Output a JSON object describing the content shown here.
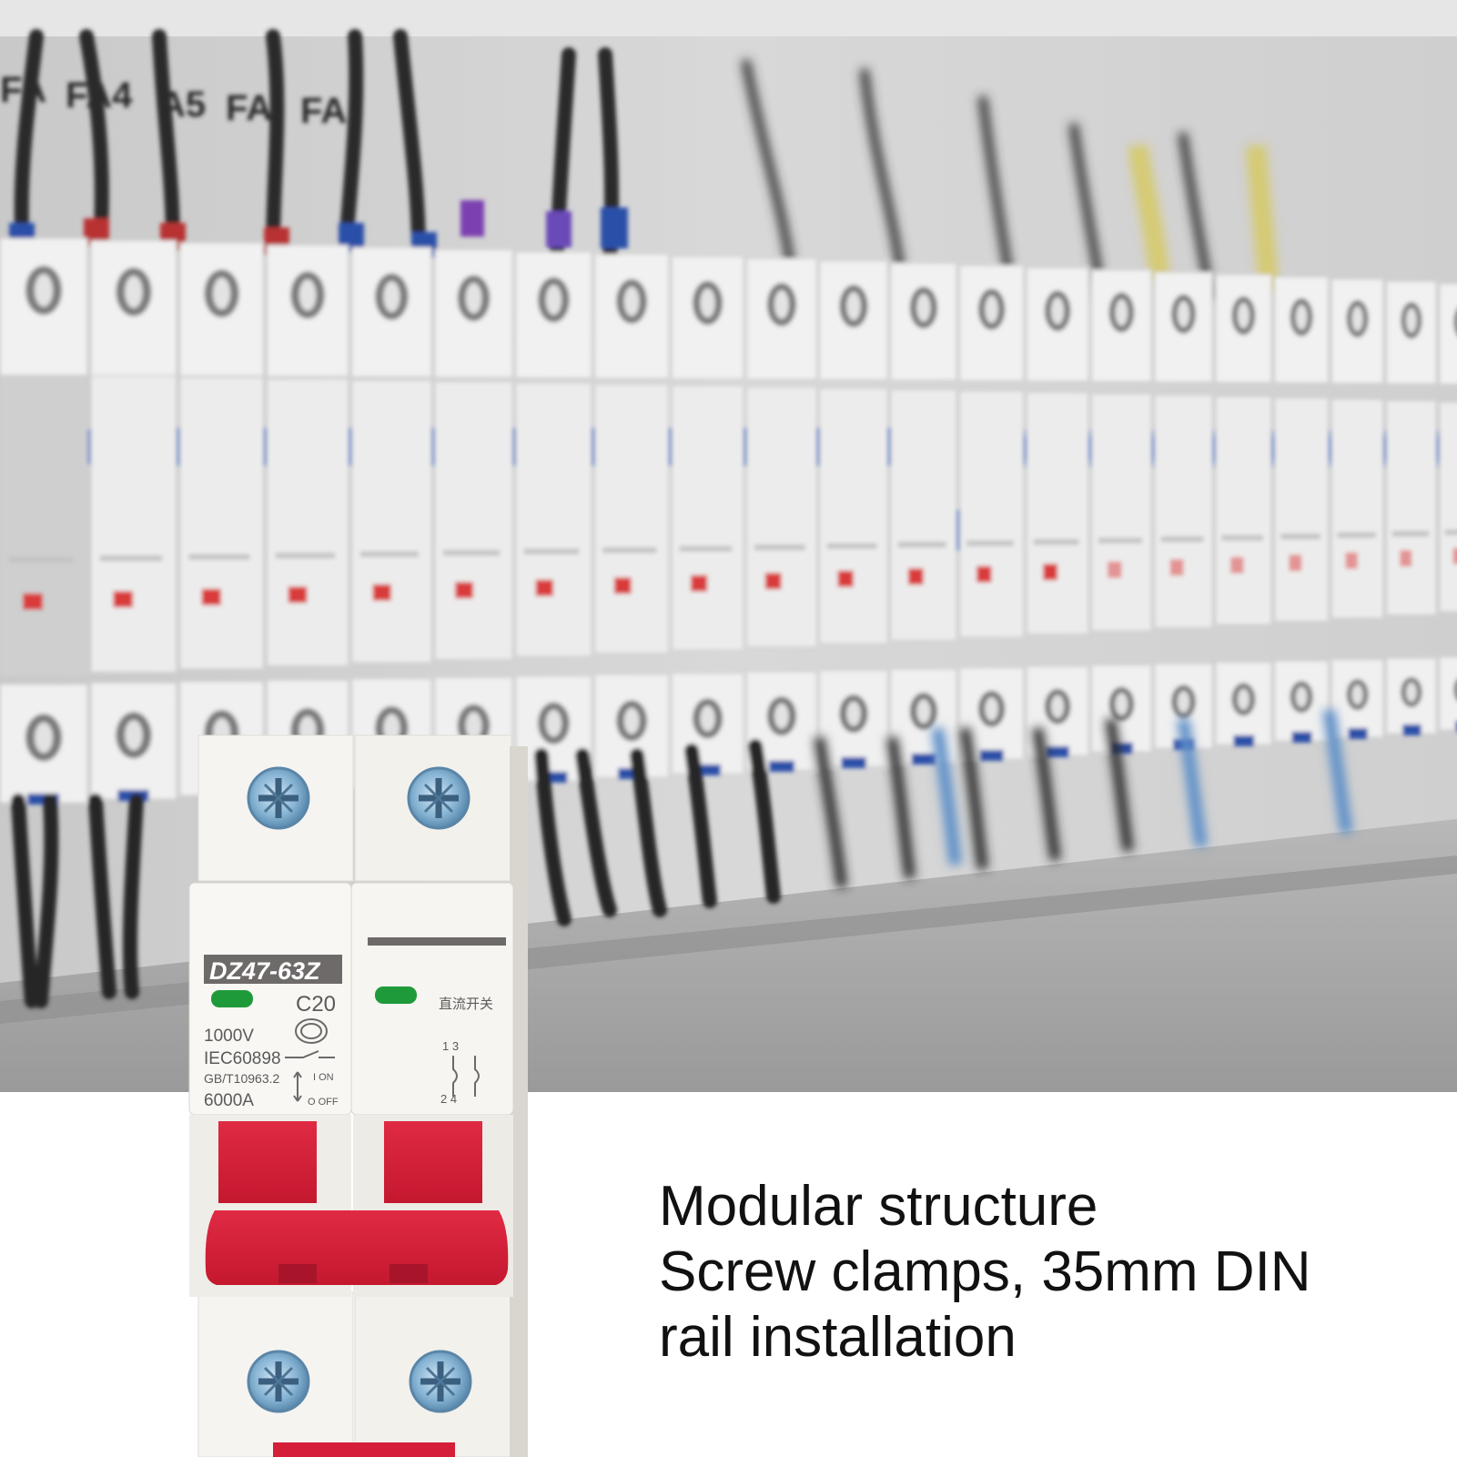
{
  "caption": {
    "line1": "Modular structure",
    "line2": "Screw clamps, 35mm DIN",
    "line3": "rail installation"
  },
  "panel_labels": [
    "FA",
    "FA4",
    "A5",
    "FA",
    "FA"
  ],
  "breaker": {
    "model": "DZ47-63Z",
    "rating": "C20",
    "voltage": "1000V",
    "standard_1": "IEC60898",
    "standard_2": "GB/T10963.2",
    "breaking_capacity": "6000A",
    "on_label": "I ON",
    "off_label": "O OFF",
    "chinese_label": "直流开关",
    "terminal_top": "1 3",
    "terminal_bottom": "2 4"
  },
  "colors": {
    "breaker_body": "#f4f2ee",
    "handle_red": "#d41e3a",
    "indicator_green": "#1f9a3a",
    "busbar_blue": "#3a74c8",
    "label_bar": "#6e6a6a"
  }
}
